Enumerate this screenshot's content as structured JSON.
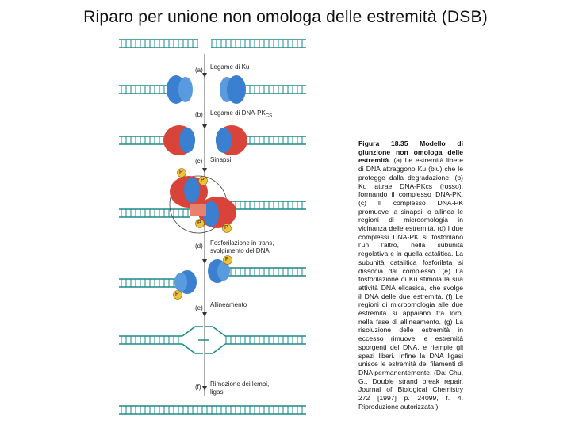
{
  "title": "Riparo per unione non omologa delle estremità (DSB)",
  "steps": [
    {
      "letter": "(a)",
      "label": "Legame di Ku"
    },
    {
      "letter": "(b)",
      "label": "Legame di DNA-PK",
      "sub": "CS"
    },
    {
      "letter": "(c)",
      "label": "Sinapsi"
    },
    {
      "letter": "(d)",
      "label": "Fosforilazione in trans, svolgimento del DNA"
    },
    {
      "letter": "(e)",
      "label": "Allineamento"
    },
    {
      "letter": "(f)",
      "label": "Rimozione dei lembi, ligasi"
    }
  ],
  "phospho_label": "P",
  "caption": {
    "heading": "Figura 18.35 Modello di giunzione non omologa delle estremità.",
    "body": "(a) Le estremità libere di DNA attraggono Ku (blu) che le protegge dalla degradazione. (b) Ku attrae DNA-PKcs (rosso), formando il complesso DNA-PK. (c) Il complesso DNA-PK promuove la sinapsi, o allinea le regioni di microomologia in vicinanza delle estremità. (d) I due complessi DNA-PK si fosforilano l'un l'altro, nella subunità regolativa e in quella catalitica. La subunità catalitica fosforilata si dissocia dal complesso. (e) La fosforilazione di Ku stimola la sua attività DNA elicasica, che svolge il DNA delle due estremità. (f) Le regioni di microomologia alle due estremità si appaiano tra loro, nella fase di allineamento. (g) La risoluzione delle estremità in eccesso rimuove le estremità sporgenti del DNA, e riempie gli spazi liberi. Infine la DNA ligasi unisce le estremità dei filamenti di DNA permanentemente. (Da: Chu, G., Double strand break repair, Journal of Biological Chemistry 272 [1997] p. 24099, f. 4. Riproduzione autorizzata.)"
  },
  "colors": {
    "ku": "#3a7fd0",
    "ku_dark": "#1f5aa3",
    "pkcs": "#d9443a",
    "phospho": "#f2c23a",
    "dna": "#1a8a8a"
  }
}
